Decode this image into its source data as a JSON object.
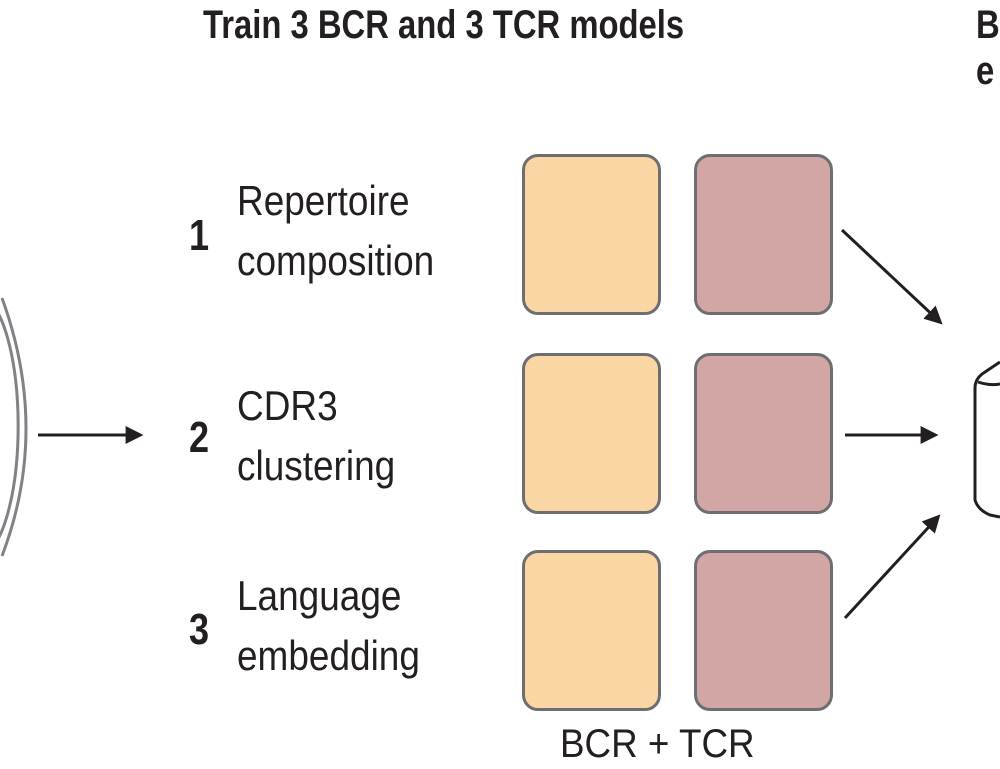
{
  "title_main": "Train 3 BCR and 3 TCR models",
  "title_right": "B e",
  "models": [
    {
      "number": "1",
      "line1": "Repertoire",
      "line2": "composition"
    },
    {
      "number": "2",
      "line1": "CDR3",
      "line2": "clustering"
    },
    {
      "number": "3",
      "line1": "Language",
      "line2": "embedding"
    }
  ],
  "footer_label": "BCR + TCR",
  "colors": {
    "bcr_panel": "#fad6a5",
    "tcr_panel": "#d2a6a5",
    "panel_border": "#6d6e71",
    "db_yellow": "#f2c21b",
    "db_blue": "#4a9fd6",
    "db_red": "#d9323b",
    "text": "#231f20"
  },
  "icons": [
    "model-tree-icon",
    "arrow-icon",
    "database-icon"
  ]
}
